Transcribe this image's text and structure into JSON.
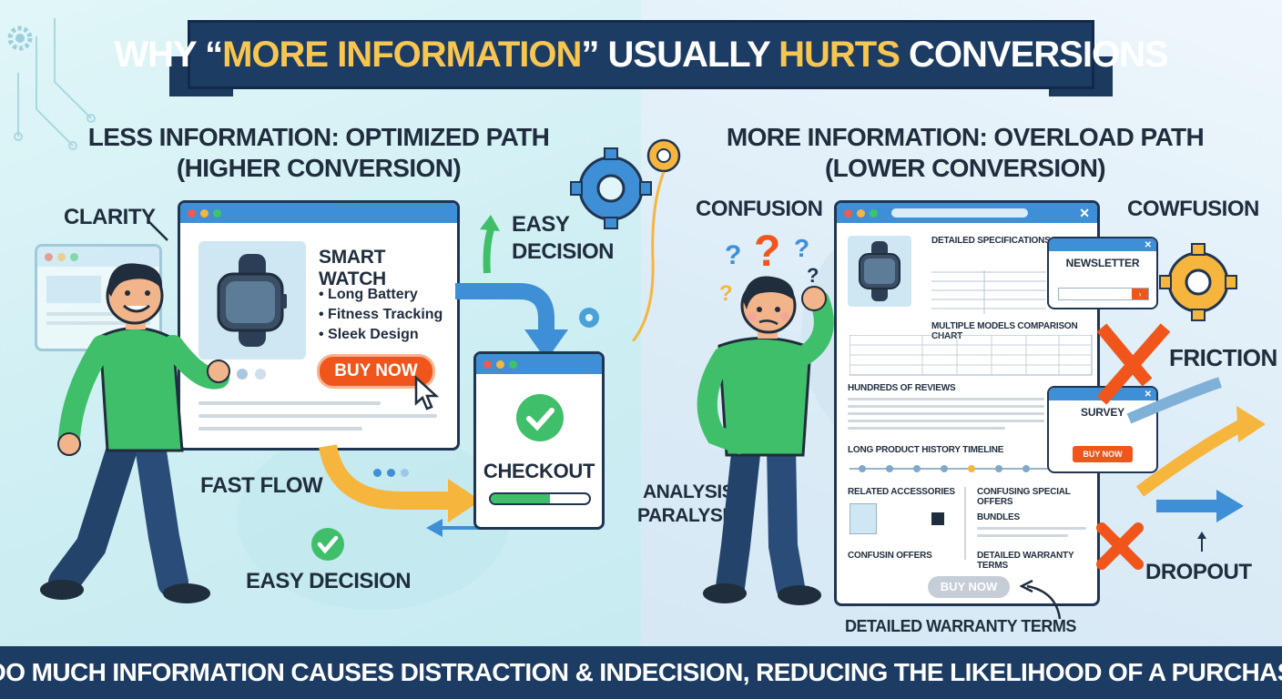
{
  "title": {
    "part1": "WHY “",
    "highlight1": "MORE INFORMATION",
    "part2": "” USUALLY ",
    "highlight2": "HURTS",
    "part3": " CONVERSIONS"
  },
  "left": {
    "heading_line1": "LESS INFORMATION: OPTIMIZED PATH",
    "heading_line2": "(HIGHER CONVERSION)",
    "clarity": "CLARITY",
    "easy_decision_top_line1": "EASY",
    "easy_decision_top_line2": "DECISION",
    "fast_flow": "FAST FLOW",
    "easy_decision_bottom": "EASY DECISION",
    "product": {
      "name": "SMART WATCH",
      "features": [
        "Long Battery",
        "Fitness Tracking",
        "Sleek Design"
      ],
      "buy_label": "BUY NOW"
    },
    "checkout": {
      "label": "CHECKOUT",
      "progress": 0.6
    }
  },
  "right": {
    "heading_line1": "MORE INFORMATION: OVERLOAD PATH",
    "heading_line2": "(LOWER CONVERSION)",
    "confusion_left": "CONFUSION",
    "confusion_right": "COWFUSION",
    "analysis_line1": "ANALYSIS",
    "analysis_line2": "PARALYSIS",
    "friction": "FRICTION",
    "dropout": "DROPOUT",
    "warranty_caption": "DETAILED WARRANTY TERMS",
    "page": {
      "specs": "DETAILED SPECIFICATIONS",
      "comparison": "MULTIPLE MODELS COMPARISON CHART",
      "reviews": "HUNDREDS OF REVIEWS",
      "timeline": "LONG PRODUCT HISTORY TIMELINE",
      "accessories": "RELATED ACCESSORIES",
      "special_offers": "CONFUSING SPECIAL OFFERS",
      "bundles": "BUNDLES",
      "confusin_offers": "CONFUSIN OFFERS",
      "warranty": "DETAILED WARRANTY TERMS",
      "buy_label": "BUY NOW"
    },
    "newsletter_popup": {
      "title": "NEWSLETTER"
    },
    "survey_popup": {
      "title": "SURVEY",
      "buy_label": "BUY NOW"
    }
  },
  "footer": "TOO MUCH INFORMATION CAUSES DISTRACTION & INDECISION, REDUCING THE LIKELIHOOD OF A PURCHASE",
  "colors": {
    "navy": "#1d3c63",
    "accent_yellow": "#f7c651",
    "buy_orange": "#f0551b",
    "window_blue": "#3f8fd6",
    "shirt_green": "#3fbf6a"
  }
}
